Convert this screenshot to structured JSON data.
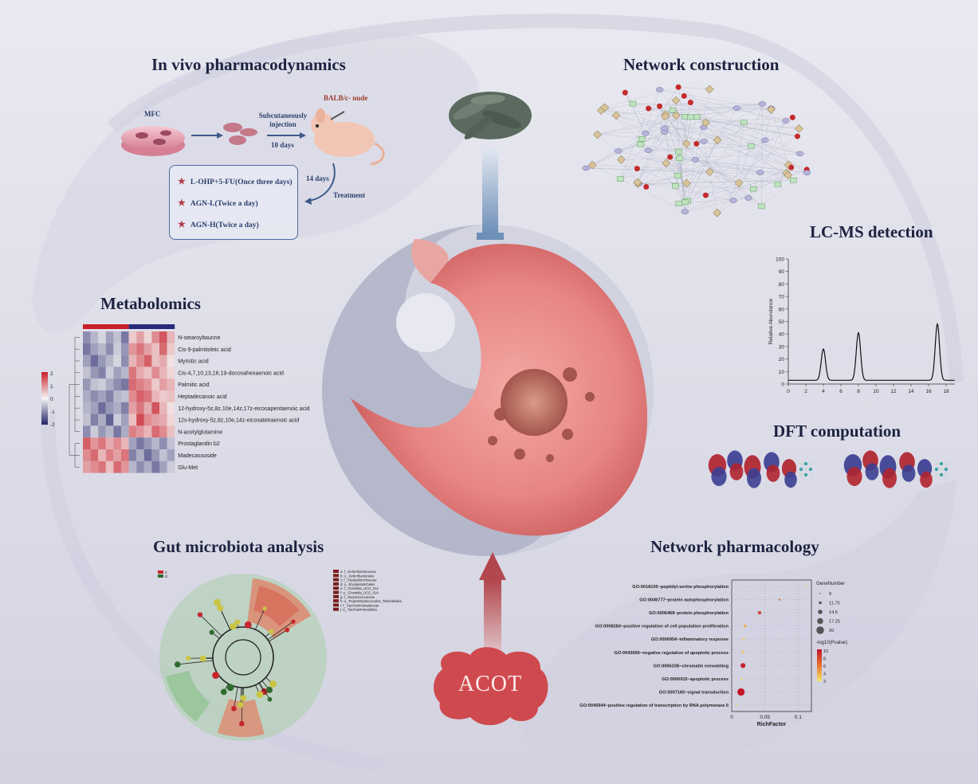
{
  "titles": {
    "in_vivo": "In vivo pharmacodynamics",
    "network_construction": "Network construction",
    "lcms": "LC-MS detection",
    "metabolomics": "Metabolomics",
    "dft": "DFT computation",
    "gut": "Gut microbiota analysis",
    "network_pharmacology": "Network pharmacology"
  },
  "in_vivo": {
    "cell_line": "MFC",
    "route": "Subcutaneously injection",
    "days_10": "10 days",
    "mouse": "BALB/c- nude",
    "days_14": "14 days",
    "treatment_label": "Treatment",
    "treatments": [
      "L-OHP+5-FU(Once three days)",
      "AGN-L(Twice a day)",
      "AGN-H(Twice a day)"
    ]
  },
  "acot_label": "ACOT",
  "colors": {
    "red": "#c9363f",
    "blue": "#3b3f92",
    "title": "#1c2340",
    "arrow_blue": "#6e8fb8",
    "arrow_red": "#b2474d"
  },
  "metabolomics": {
    "metabolites": [
      "N-stearoyltaurine",
      "Cis-9-palmitoleic acid",
      "Myristic acid",
      "Cis-4,7,10,13,16,19-docosahexaenoic acid",
      "Palmitic acid",
      "Heptadecanoic acid",
      "12-hydroxy-5z,8z,10e,14z,17z-eicosapentaenoic acid",
      "12s-hydroxy-5z,8z,10e,14z-eicosatetraenoic acid",
      "N-acetylglutamine",
      "Prostaglandin b2",
      "Madecassoside",
      "Glu-Met"
    ],
    "scale_ticks": [
      "2",
      "1",
      "0",
      "-1",
      "-2"
    ],
    "heat_values": [
      [
        -1,
        -0.6,
        -0.3,
        -0.8,
        -0.5,
        -1.2,
        0.4,
        0.8,
        0.3,
        1,
        1.5,
        0.6
      ],
      [
        -1.2,
        -0.8,
        -0.6,
        -1,
        -0.4,
        -0.9,
        0.9,
        1.2,
        0.8,
        0.5,
        1.3,
        0.4
      ],
      [
        -0.8,
        -1.3,
        -0.9,
        -0.6,
        -0.3,
        -1,
        0.6,
        1,
        1.4,
        0.5,
        0.7,
        0.2
      ],
      [
        -0.5,
        -0.9,
        -1.1,
        -0.4,
        -0.8,
        -0.6,
        1.2,
        0.7,
        0.5,
        1,
        0.6,
        0.3
      ],
      [
        -0.9,
        -0.5,
        -0.4,
        -0.7,
        -1,
        -1.2,
        1.3,
        1.1,
        0.9,
        0.4,
        0.8,
        0.6
      ],
      [
        -0.7,
        -1,
        -0.8,
        -1.1,
        -0.6,
        -0.5,
        1,
        1.4,
        1.2,
        0.6,
        0.4,
        0.5
      ],
      [
        -0.6,
        -0.8,
        -1.3,
        -0.9,
        -0.7,
        -1.1,
        0.8,
        1.2,
        0.7,
        1.5,
        0.6,
        0.2
      ],
      [
        -0.5,
        -1.1,
        -0.7,
        -1.4,
        -0.4,
        -0.8,
        0.5,
        1.6,
        1,
        0.8,
        0.7,
        0.3
      ],
      [
        -1,
        -0.4,
        -0.9,
        -0.6,
        -1.2,
        -0.7,
        1.1,
        0.9,
        0.6,
        1.3,
        1,
        0.5
      ],
      [
        1.4,
        0.9,
        1.2,
        0.7,
        1,
        0.6,
        -0.8,
        -1.2,
        -0.9,
        -0.6,
        -1,
        -0.5
      ],
      [
        1,
        1.3,
        0.6,
        1.1,
        0.8,
        1.2,
        -1.1,
        -0.7,
        -1.3,
        -0.9,
        -0.5,
        -0.8
      ],
      [
        0.8,
        1,
        1.2,
        0.5,
        1.3,
        0.9,
        -0.6,
        -1,
        -0.7,
        -1.2,
        -0.8,
        -0.4
      ]
    ]
  },
  "lcms": {
    "ylabel": "Relative Abundance",
    "y_ticks": [
      "0",
      "10",
      "20",
      "30",
      "40",
      "50",
      "60",
      "70",
      "80",
      "90",
      "100"
    ],
    "x_ticks": [
      "0",
      "2",
      "4",
      "6",
      "8",
      "10",
      "12",
      "14",
      "16",
      "18"
    ],
    "peaks": [
      {
        "x": 4,
        "height": 25
      },
      {
        "x": 8,
        "height": 38
      },
      {
        "x": 17,
        "height": 45
      }
    ],
    "baseline": 3
  },
  "chart_data": {
    "type": "scatter",
    "title": "",
    "xlabel": "RichFactor",
    "ylabel": "",
    "xlim": [
      0,
      0.12
    ],
    "x_ticks": [
      "0",
      "0.05",
      "0.1"
    ],
    "categories": [
      "GO:0018105~peptidyl-serine phosphorylation",
      "GO:0046777~protein autophosphorylation",
      "GO:0006468~protein phosphorylation",
      "GO:0008284~positive regulation of cell population proliferation",
      "GO:0006954~inflammatory response",
      "GO:0043066~negative regulation of apoptotic process",
      "GO:0006338~chromatin remodeling",
      "GO:0006915~apoptotic process",
      "GO:0007165~signal transduction",
      "GO:0045944~positive regulation of transcription by RNA polymerase II"
    ],
    "rich_factor": [
      0.112,
      0.072,
      0.042,
      0.02,
      0.018,
      0.017,
      0.017,
      0.015,
      0.014,
      0.008
    ],
    "gene_number": [
      8,
      9,
      12,
      11,
      9,
      10,
      15,
      9,
      20,
      8
    ],
    "neg_log10_p": [
      2.5,
      6,
      8,
      4,
      3,
      3,
      9.5,
      2.5,
      10,
      2
    ],
    "size_legend_title": "GeneNumber",
    "size_legend": [
      "9",
      "11.75",
      "14.5",
      "17.25",
      "20"
    ],
    "color_legend_title": "-log10(Pvalue)",
    "color_legend": [
      "10",
      "8",
      "6",
      "4",
      "2"
    ],
    "grid": true
  },
  "gut": {
    "legend_groups": [
      "C",
      "D"
    ],
    "taxa": [
      "a: f_ Deferribacteraceae",
      "b: o_ Deferribacterales",
      "c: f_ Erysipelotrichaceae",
      "d: o_ Erysipelotrichales",
      "e: f_ Clostridia_UCG_014",
      "f: o_ Clostridia_UCG_014",
      "g: f_ Butyricicoccaceae",
      "h: o_ Peptostreptococcales_Tissierellales",
      "i: f_ Saccharimonadaceae",
      "j: o_ Saccharimonadales"
    ]
  }
}
